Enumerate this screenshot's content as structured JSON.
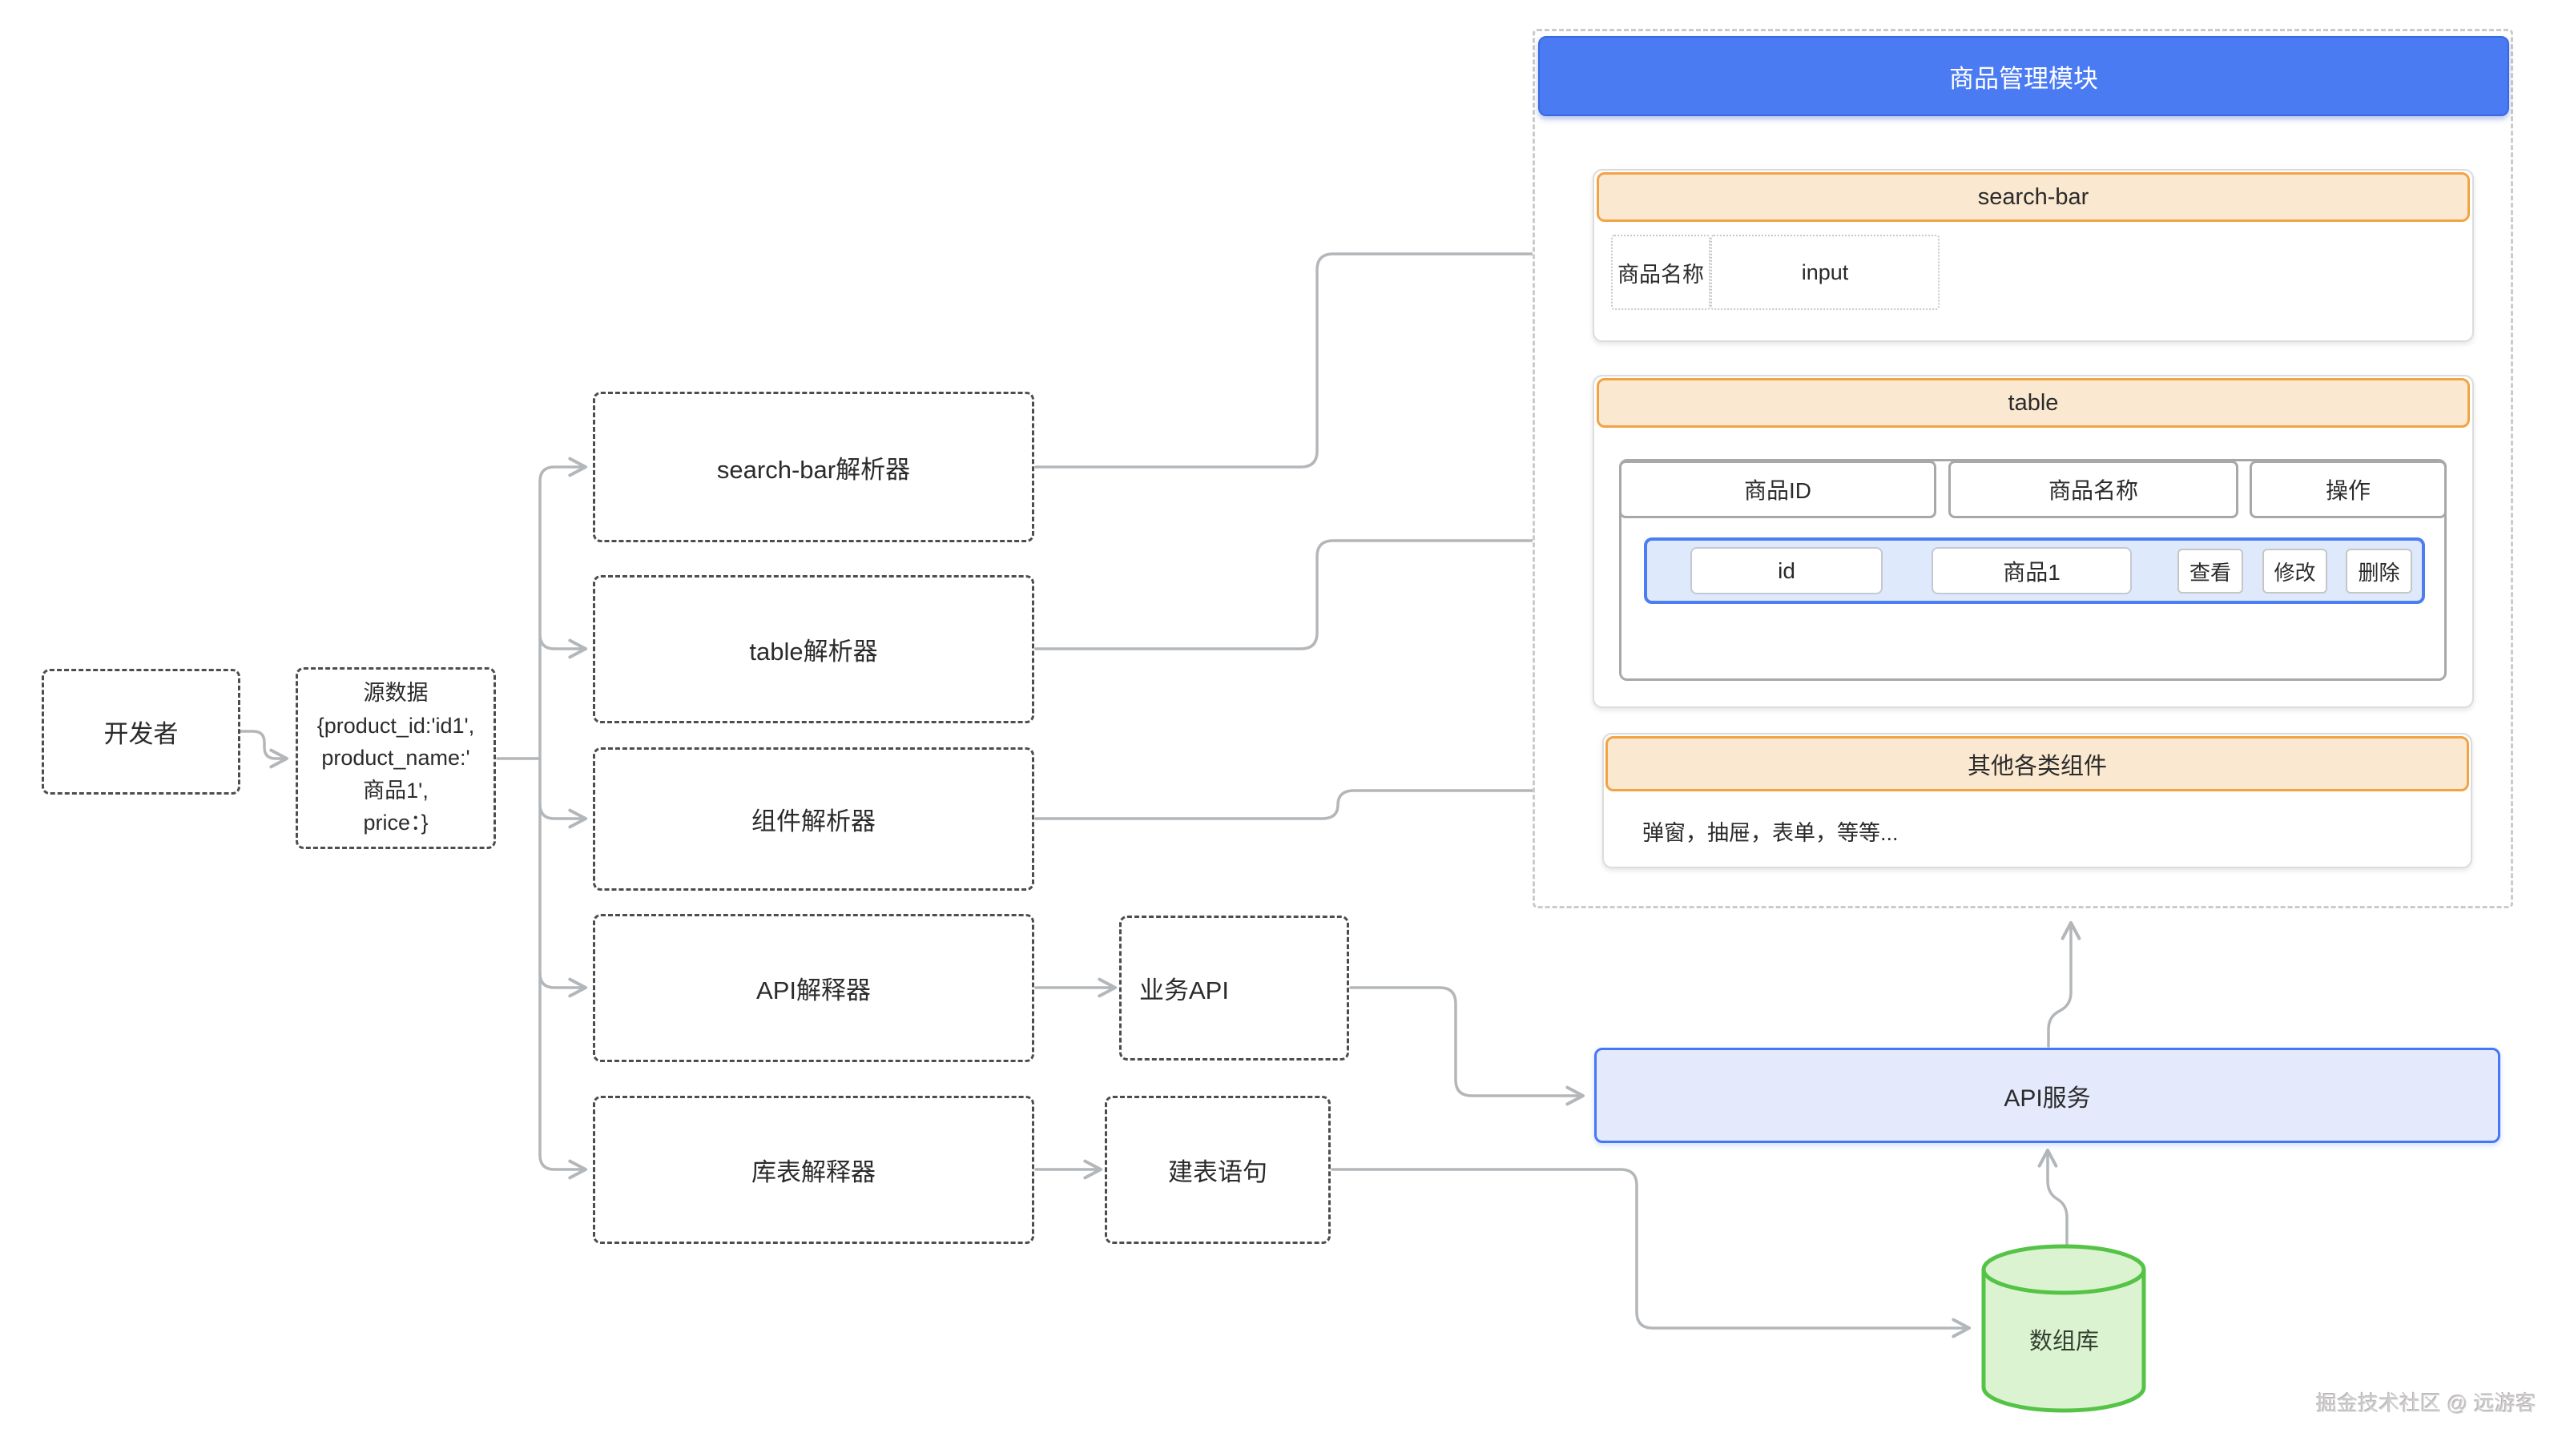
{
  "colors": {
    "accent_blue": "#4b7bf3",
    "api_service_fill": "#e4eafc",
    "row_blue_fill": "#dfe9fc",
    "orange_border": "#f2a344",
    "orange_fill": "#fbe8d0",
    "green_border": "#55c345",
    "green_fill": "#dcf3d2",
    "connector_gray": "#b4b7ba"
  },
  "left": {
    "developer": "开发者",
    "source_data": {
      "title": "源数据",
      "lines": [
        "{product_id:'id1',",
        "product_name:'",
        "商品1',",
        "price：}"
      ]
    }
  },
  "parsers": [
    {
      "label": "search-bar解析器"
    },
    {
      "label": "table解析器"
    },
    {
      "label": "组件解析器"
    },
    {
      "label": "API解释器"
    },
    {
      "label": "库表解释器"
    }
  ],
  "middle": {
    "business_api": "业务API",
    "create_table_sql": "建表语句"
  },
  "module": {
    "title": "商品管理模块",
    "search_bar": {
      "title": "search-bar",
      "field_label": "商品名称",
      "input_label": "input"
    },
    "table": {
      "title": "table",
      "headers": [
        "商品ID",
        "商品名称",
        "操作"
      ],
      "row": {
        "id": "id",
        "name": "商品1",
        "actions": [
          "查看",
          "修改",
          "删除"
        ]
      }
    },
    "other": {
      "title": "其他各类组件",
      "desc": "弹窗，抽屉，表单，等等..."
    }
  },
  "api_service": "API服务",
  "database": "数组库",
  "watermark": "掘金技术社区 @ 远游客"
}
